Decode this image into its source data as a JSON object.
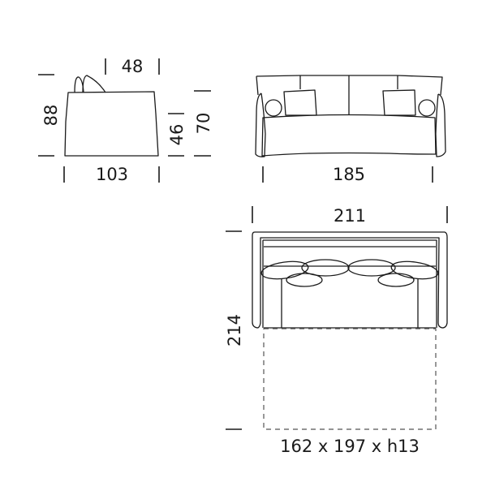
{
  "side_view": {
    "depth": "103",
    "seat_depth": "48",
    "height": "88",
    "seat_height": "46"
  },
  "front_view": {
    "width": "185",
    "arm_height": "70"
  },
  "top_view": {
    "width": "211",
    "open_depth": "214",
    "bed_size": "162 x 197 x h13"
  },
  "colors": {
    "line": "#1a1a1a",
    "background": "#ffffff"
  }
}
